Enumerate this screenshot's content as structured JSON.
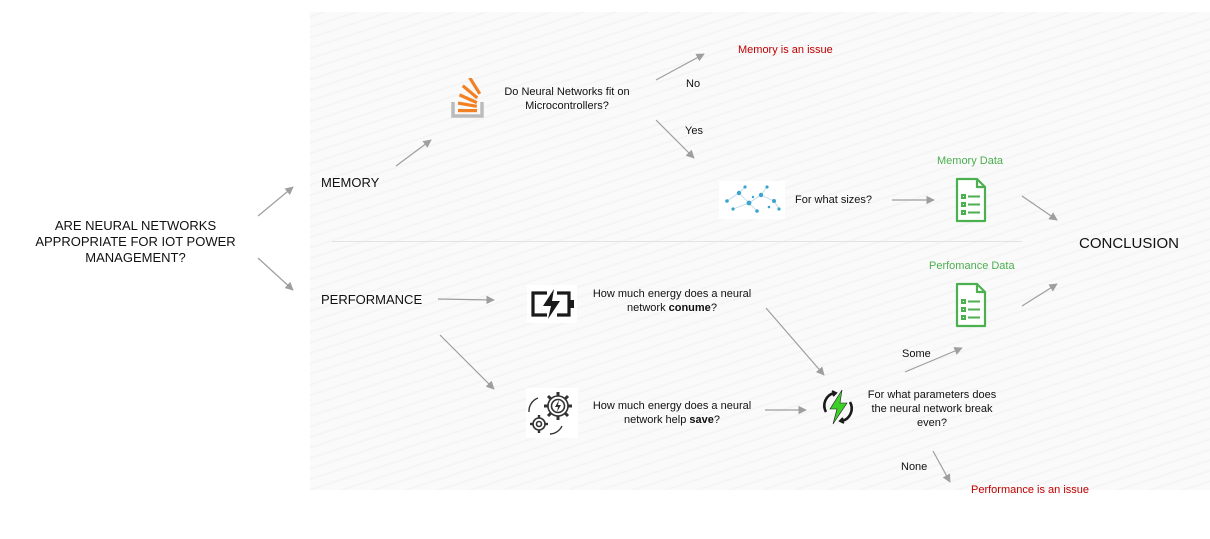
{
  "root": {
    "question_line1": "ARE NEURAL NETWORKS",
    "question_line2": "APPROPRIATE FOR IOT POWER",
    "question_line3": "MANAGEMENT?"
  },
  "memory": {
    "label": "MEMORY",
    "fit_question_line1": "Do Neural Networks fit on",
    "fit_question_line2": "Microcontrollers?",
    "no_label": "No",
    "yes_label": "Yes",
    "issue": "Memory is an issue",
    "sizes_question": "For what sizes?",
    "data_label": "Memory Data"
  },
  "performance": {
    "label": "PERFORMANCE",
    "consume_q_line1": "How much energy does a neural",
    "consume_q_prefix": "network ",
    "consume_q_bold": "conume",
    "consume_q_suffix": "?",
    "save_q_line1": "How much energy does a neural",
    "save_q_prefix": "network help ",
    "save_q_bold": "save",
    "save_q_suffix": "?",
    "break_even_line1": "For what parameters does",
    "break_even_line2": "the neural network break",
    "break_even_line3": "even?",
    "some_label": "Some",
    "none_label": "None",
    "issue": "Performance is an issue",
    "data_label": "Perfomance Data"
  },
  "conclusion": {
    "label": "CONCLUSION"
  },
  "colors": {
    "issue_red": "#c00000",
    "data_green": "#4caf50",
    "arrow_gray": "#9e9e9e",
    "stack_orange": "#f48024"
  },
  "icons": [
    "stack-overflow-icon",
    "network-graph-icon",
    "document-icon",
    "battery-charging-icon",
    "gear-energy-icon",
    "energy-bolt-icon"
  ]
}
